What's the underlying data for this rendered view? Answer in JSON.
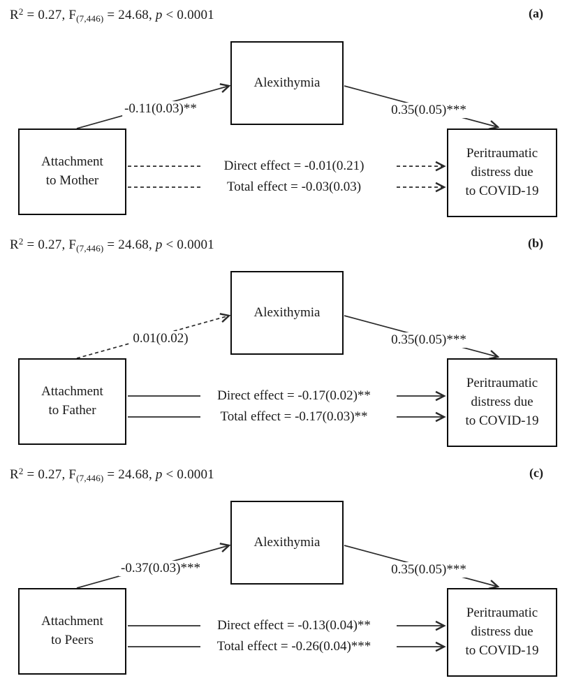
{
  "figure": {
    "background": "#ffffff",
    "ink_color": "#1a1a1a",
    "panels": [
      {
        "label": "(a)",
        "stats": {
          "r": "R",
          "r_sup": "2",
          "seg1": " = 0.27, F",
          "f_sub": "(7,446)",
          "seg2": " = 24.68, ",
          "p": "p",
          "seg3": " < 0.0001"
        },
        "predictor_line1": "Attachment",
        "predictor_line2": "to Mother",
        "mediator": "Alexithymia",
        "outcome_line1": "Peritraumatic",
        "outcome_line2": "distress due",
        "outcome_line3": "to COVID-19",
        "path_a_label": "-0.11(0.03)**",
        "path_b_label": "0.35(0.05)***",
        "direct_label": "Direct effect = -0.01(0.21)",
        "total_label": "Total effect = -0.03(0.03)",
        "path_a_class": "ln",
        "path_b_class": "ln",
        "direct_class": "ln dashed",
        "total_class": "ln dashed"
      },
      {
        "label": "(b)",
        "stats": {
          "r": "R",
          "r_sup": "2",
          "seg1": " = 0.27, F",
          "f_sub": "(7,446)",
          "seg2": " = 24.68, ",
          "p": "p",
          "seg3": " < 0.0001"
        },
        "predictor_line1": "Attachment",
        "predictor_line2": "to Father",
        "mediator": "Alexithymia",
        "outcome_line1": "Peritraumatic",
        "outcome_line2": "distress due",
        "outcome_line3": "to COVID-19",
        "path_a_label": "0.01(0.02)",
        "path_b_label": "0.35(0.05)***",
        "direct_label": "Direct effect = -0.17(0.02)**",
        "total_label": "Total effect = -0.17(0.03)**",
        "path_a_class": "ln dashed",
        "path_b_class": "ln",
        "direct_class": "ln",
        "total_class": "ln"
      },
      {
        "label": "(c)",
        "stats": {
          "r": "R",
          "r_sup": "2",
          "seg1": " = 0.27, F",
          "f_sub": "(7,446)",
          "seg2": " = 24.68, ",
          "p": "p",
          "seg3": " < 0.0001"
        },
        "predictor_line1": "Attachment",
        "predictor_line2": "to Peers",
        "mediator": "Alexithymia",
        "outcome_line1": "Peritraumatic",
        "outcome_line2": "distress due",
        "outcome_line3": "to COVID-19",
        "path_a_label": "-0.37(0.03)***",
        "path_b_label": "0.35(0.05)***",
        "direct_label": "Direct effect = -0.13(0.04)**",
        "total_label": "Total effect = -0.26(0.04)***",
        "path_a_class": "ln",
        "path_b_class": "ln",
        "direct_class": "ln",
        "total_class": "ln"
      }
    ]
  }
}
